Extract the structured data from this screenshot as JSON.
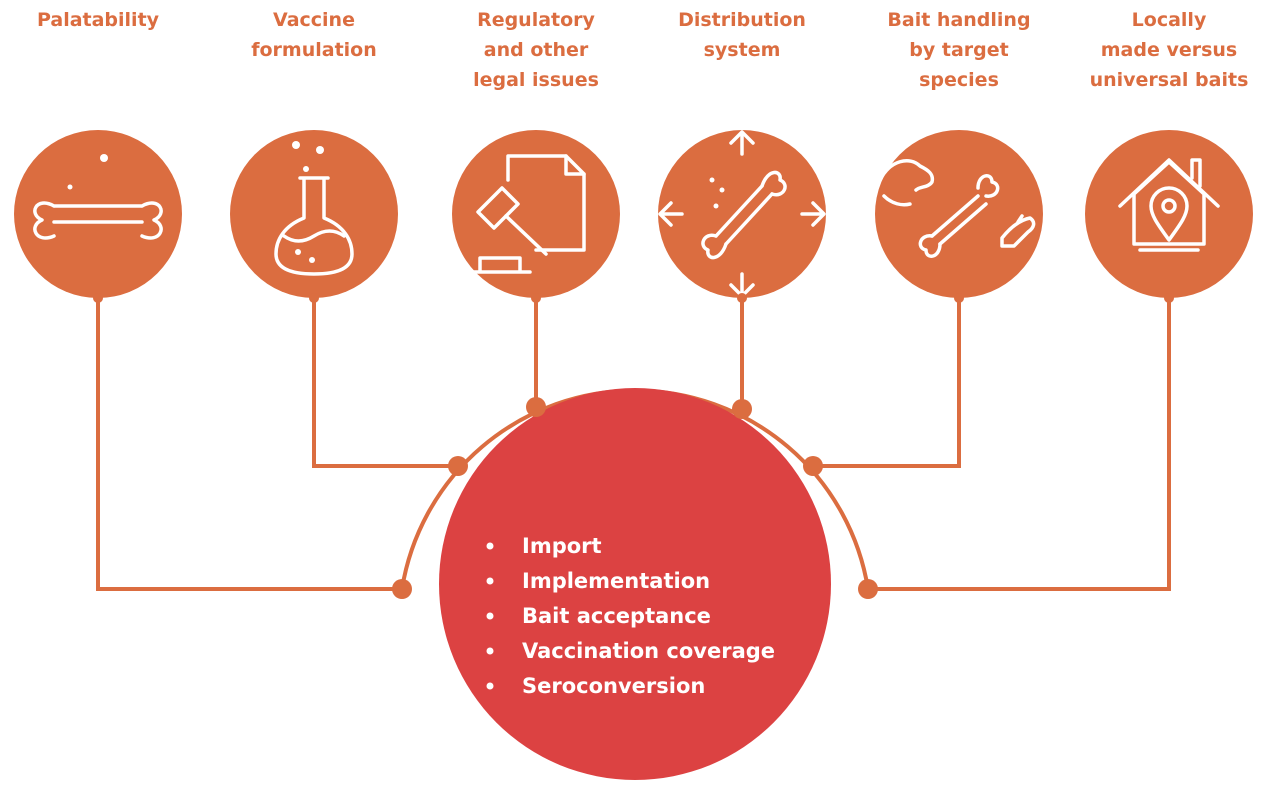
{
  "colors": {
    "accent": "#db6d40",
    "core": "#dc4242",
    "label": "#db6d40",
    "icon_stroke": "#ffffff"
  },
  "factors": [
    {
      "id": "palatability",
      "lines": [
        "Palatability"
      ],
      "icon": "bone-icon"
    },
    {
      "id": "vaccine-formulation",
      "lines": [
        "Vaccine",
        "formulation"
      ],
      "icon": "flask-icon"
    },
    {
      "id": "regulatory",
      "lines": [
        "Regulatory",
        "and other",
        "legal issues"
      ],
      "icon": "gavel-document-icon"
    },
    {
      "id": "distribution",
      "lines": [
        "Distribution",
        "system"
      ],
      "icon": "bone-arrows-icon"
    },
    {
      "id": "bait-handling",
      "lines": [
        "Bait handling",
        "by target",
        "species"
      ],
      "icon": "dog-bone-hand-icon"
    },
    {
      "id": "locally-made",
      "lines": [
        "Locally",
        "made versus",
        "universal baits"
      ],
      "icon": "house-location-icon"
    }
  ],
  "outcomes": [
    "Import",
    "Implementation",
    "Bait acceptance",
    "Vaccination coverage",
    "Seroconversion"
  ]
}
